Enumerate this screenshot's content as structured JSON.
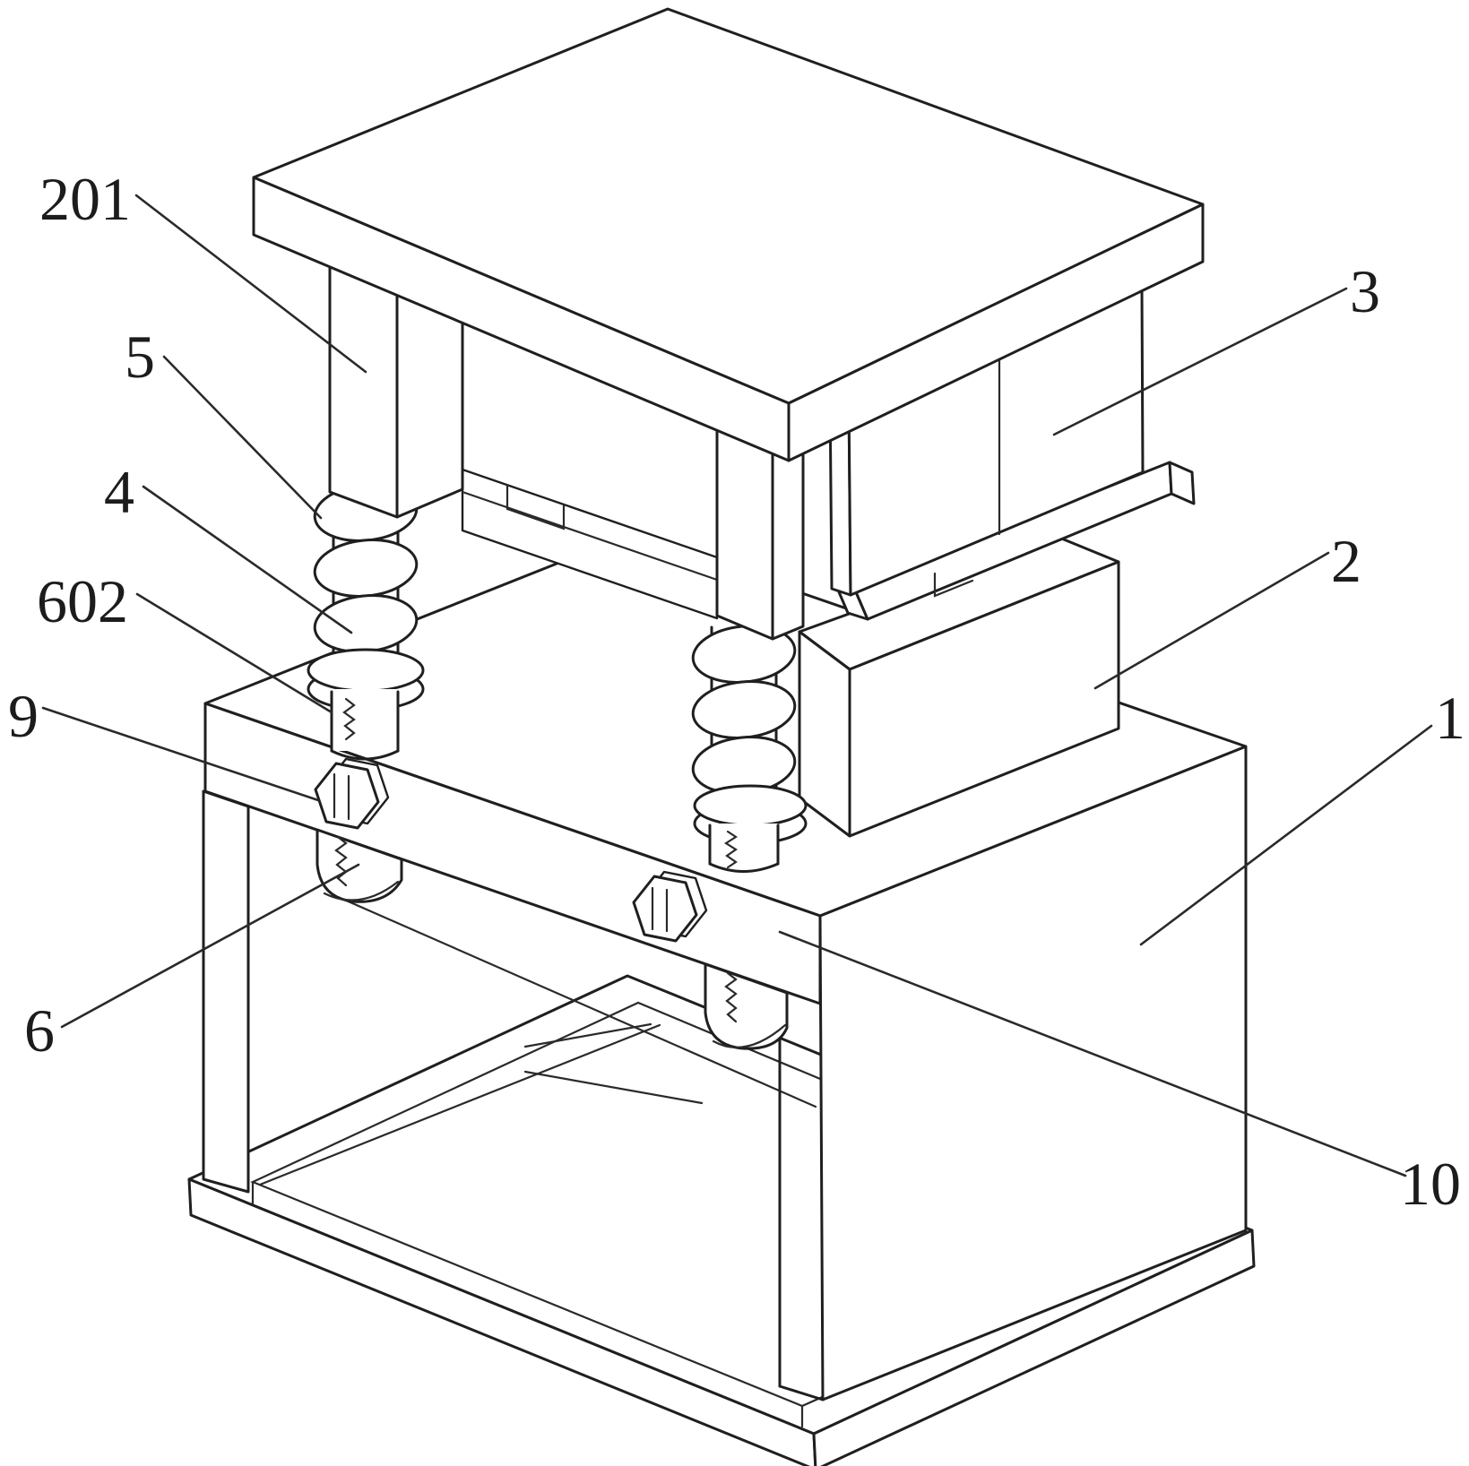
{
  "figure": {
    "kind": "patent-isometric-line-drawing",
    "background_color": "#ffffff",
    "line_color": "#1f1f1f"
  },
  "labels": [
    {
      "id": "ref-201",
      "text": "201"
    },
    {
      "id": "ref-5",
      "text": "5"
    },
    {
      "id": "ref-4",
      "text": "4"
    },
    {
      "id": "ref-602",
      "text": "602"
    },
    {
      "id": "ref-9",
      "text": "9"
    },
    {
      "id": "ref-6",
      "text": "6"
    },
    {
      "id": "ref-3",
      "text": "3"
    },
    {
      "id": "ref-2",
      "text": "2"
    },
    {
      "id": "ref-1",
      "text": "1"
    },
    {
      "id": "ref-10",
      "text": "10"
    }
  ]
}
